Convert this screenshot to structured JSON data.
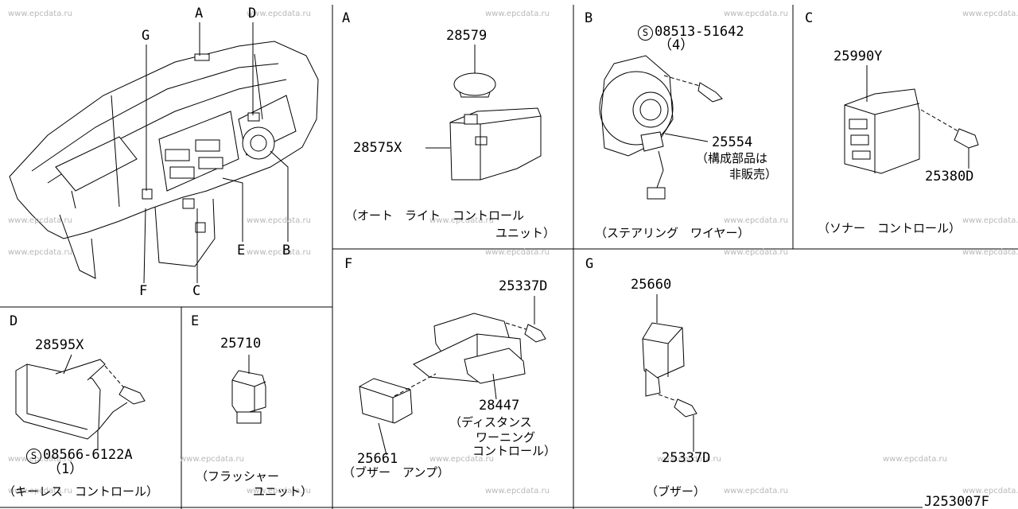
{
  "watermark": "www.epcdata.ru",
  "diagram_code": "J253007F",
  "overview": {
    "callouts": [
      "A",
      "B",
      "C",
      "D",
      "E",
      "F",
      "G"
    ]
  },
  "panels": {
    "A": {
      "letter": "A",
      "parts": [
        "28579",
        "28575X"
      ],
      "caption_line1": "（オート　ライト　コントロール",
      "caption_line2": "ユニット）"
    },
    "B": {
      "letter": "B",
      "screw_symbol": "S",
      "screw_part": "08513-51642",
      "screw_qty": "（4）",
      "part": "25554",
      "note_line1": "（構成部品は",
      "note_line2": "非販売）",
      "caption": "（ステアリング　ワイヤー）"
    },
    "C": {
      "letter": "C",
      "parts": [
        "25990Y",
        "25380D"
      ],
      "caption": "（ソナー　コントロール）"
    },
    "D": {
      "letter": "D",
      "part": "28595X",
      "screw_symbol": "S",
      "screw_part": "08566-6122A",
      "screw_qty": "（1）",
      "caption": "（キーレス　コントロール）"
    },
    "E": {
      "letter": "E",
      "part": "25710",
      "caption_line1": "（フラッシャー",
      "caption_line2": "ユニット）"
    },
    "F": {
      "letter": "F",
      "parts": [
        "25337D",
        "28447",
        "25661"
      ],
      "note_line1": "（ディスタンス",
      "note_line2": "ワーニング",
      "note_line3": "コントロール）",
      "caption": "（ブザー　アンプ）"
    },
    "G": {
      "letter": "G",
      "parts": [
        "25660",
        "25337D"
      ],
      "caption": "（ブザー）"
    }
  }
}
